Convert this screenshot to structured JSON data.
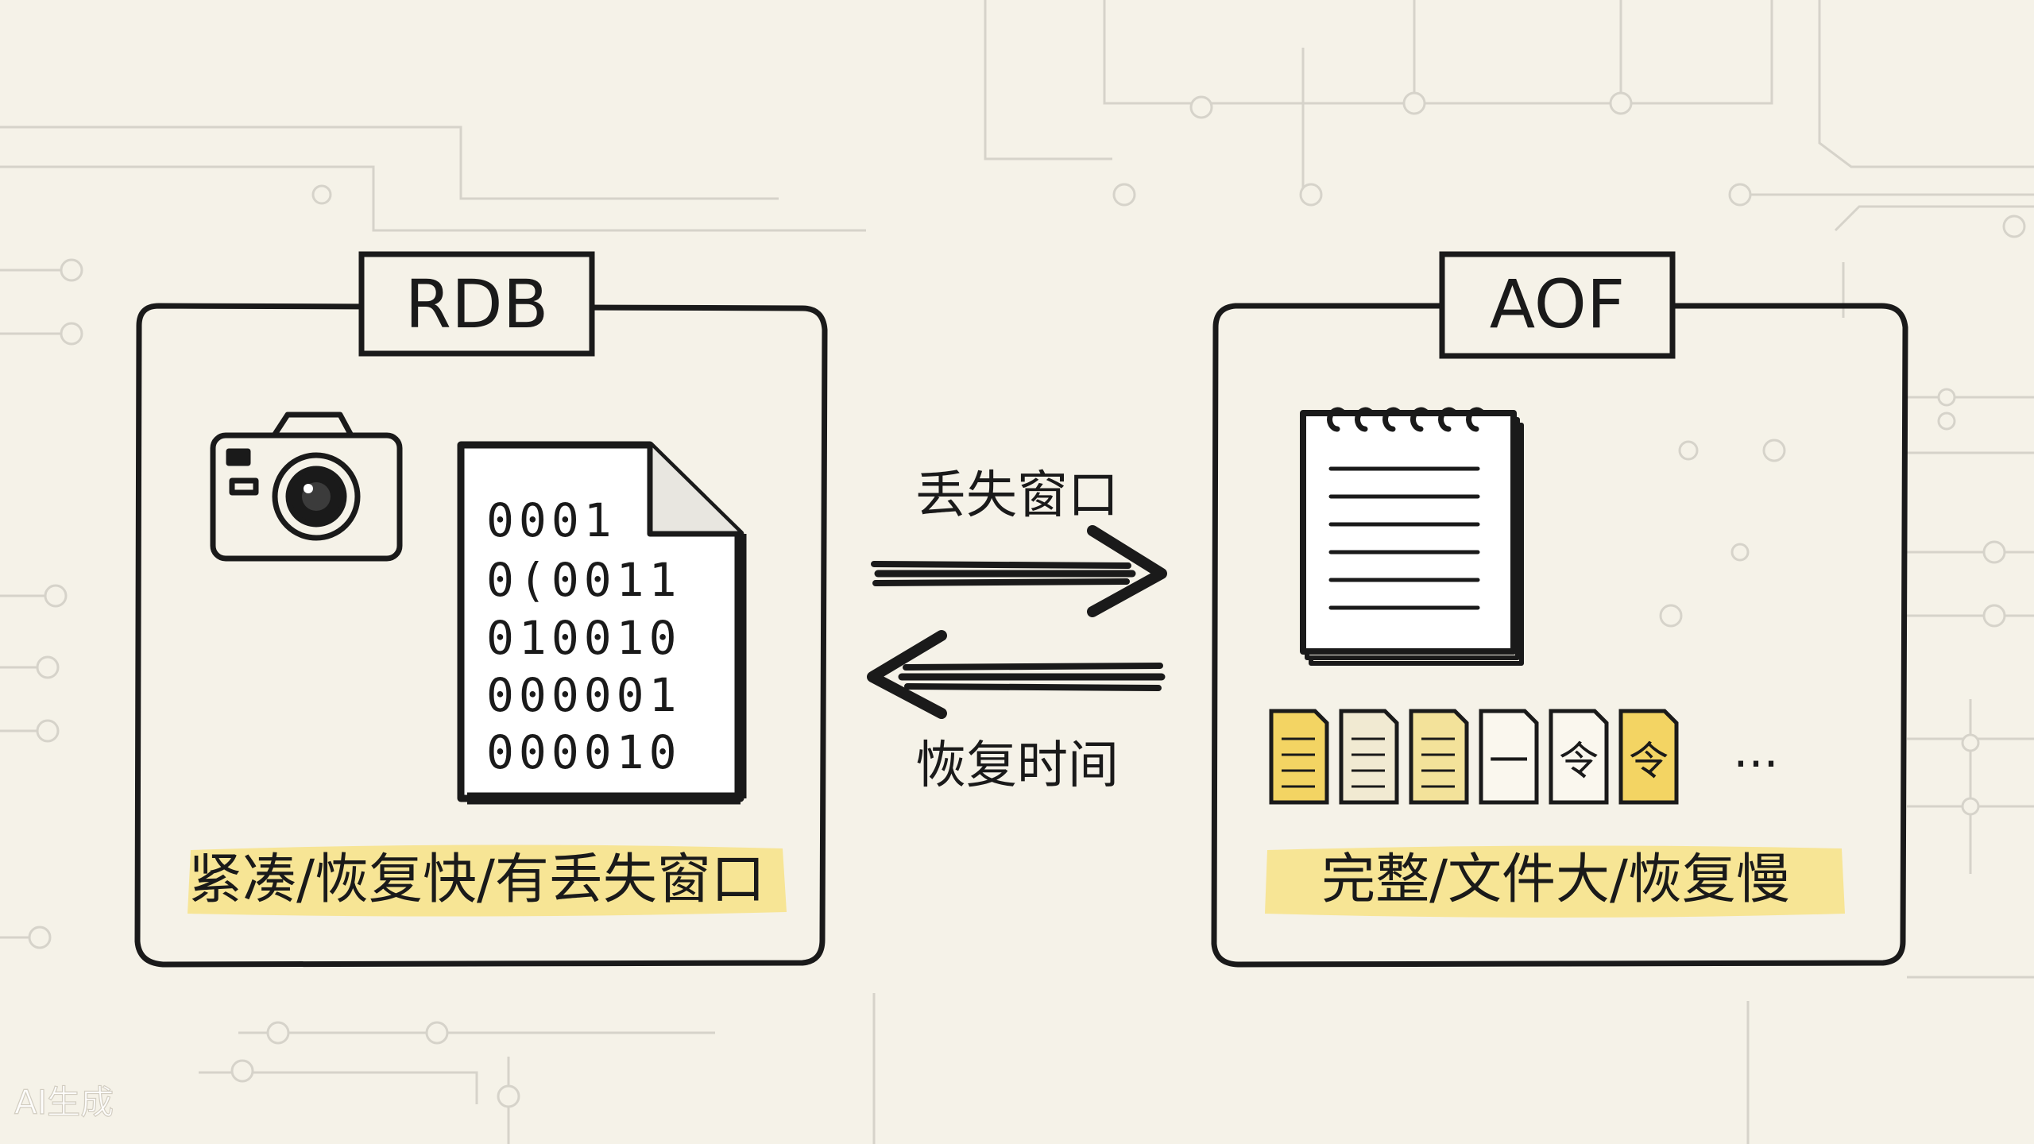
{
  "rdb": {
    "title": "RDB",
    "binary_lines": [
      "0001",
      "0(0011",
      "010010",
      "000001",
      "000010"
    ],
    "summary": "紧凑/恢复快/有丢失窗口"
  },
  "aof": {
    "title": "AOF",
    "log_chips": [
      "",
      "",
      "",
      "一",
      "令",
      "令"
    ],
    "ellipsis": "...",
    "summary": "完整/文件大/恢复慢"
  },
  "arrows": {
    "top_label": "丢失窗口",
    "bottom_label": "恢复时间"
  },
  "watermark": "AI生成",
  "colors": {
    "background": "#f5f2e8",
    "ink": "#1a1a1a",
    "highlight": "#f7e07a",
    "circuit": "#d6d3ca",
    "chip_yellow": "#f3d463"
  }
}
